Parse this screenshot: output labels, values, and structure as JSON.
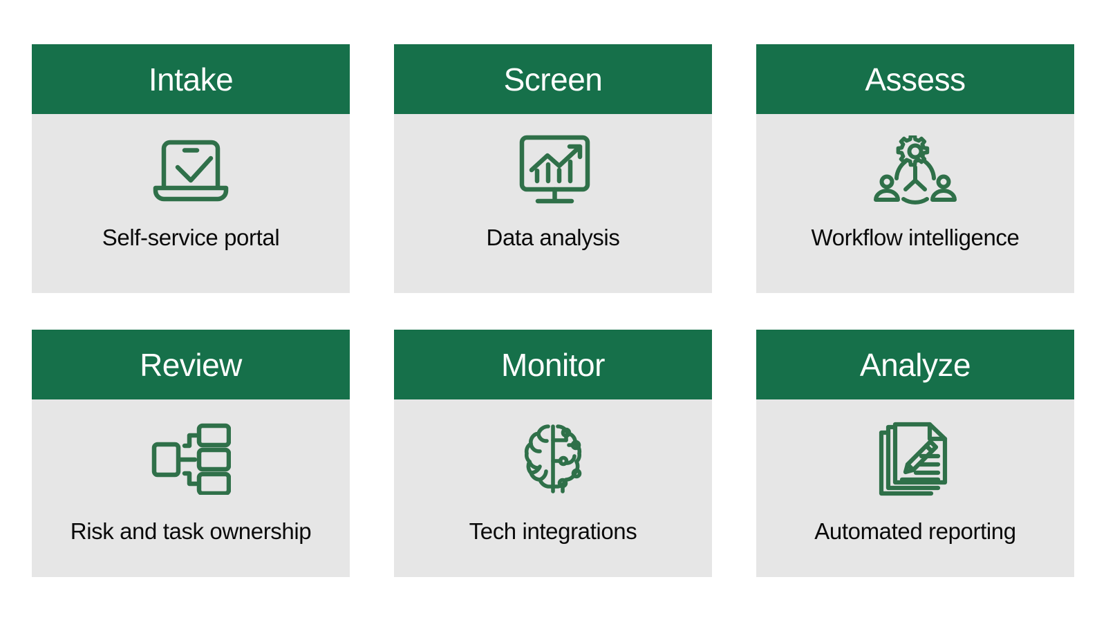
{
  "theme": {
    "header_green": "#16704a",
    "panel_gray": "#e6e6e6",
    "icon_green": "#2f7049",
    "header_text": "#ffffff",
    "label_text": "#0a0a0a",
    "background": "#ffffff"
  },
  "cards": [
    {
      "title": "Intake",
      "label": "Self-service portal",
      "icon": "laptop-check-icon"
    },
    {
      "title": "Screen",
      "label": "Data analysis",
      "icon": "monitor-chart-icon"
    },
    {
      "title": "Assess",
      "label": "Workflow intelligence",
      "icon": "gear-people-network-icon"
    },
    {
      "title": "Review",
      "label": "Risk and task ownership",
      "icon": "hierarchy-org-chart-icon"
    },
    {
      "title": "Monitor",
      "label": "Tech integrations",
      "icon": "ai-brain-circuit-icon"
    },
    {
      "title": "Analyze",
      "label": "Automated reporting",
      "icon": "documents-pencil-icon"
    }
  ]
}
